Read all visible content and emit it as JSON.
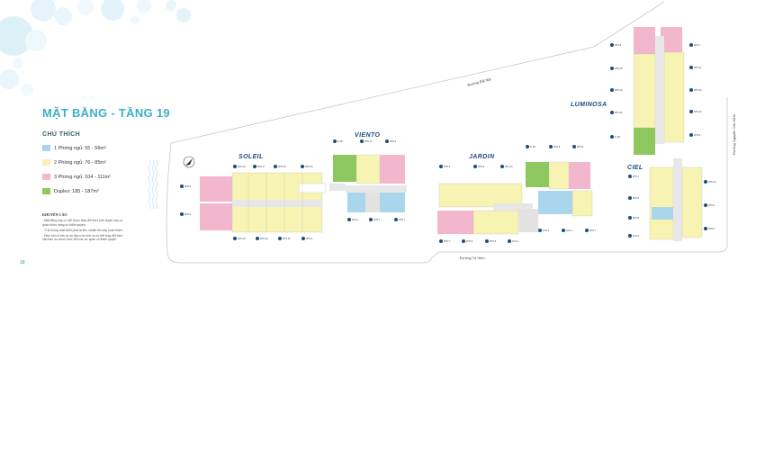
{
  "page": {
    "title": "MẶT BẰNG - TẦNG 19",
    "page_number": "18"
  },
  "legend": {
    "title": "CHÚ THÍCH",
    "items": [
      {
        "label": "1 Phòng ngủ: 55 - 56m²",
        "color": "#a9d6ec"
      },
      {
        "label": "2 Phòng ngủ: 76 - 85m²",
        "color": "#f6f3b3"
      },
      {
        "label": "3 Phòng ngủ: 104 - 111m²",
        "color": "#f2b6cd"
      },
      {
        "label": "Duplex: 185 - 187m²",
        "color": "#8dc85e"
      }
    ]
  },
  "warning": {
    "title": "KHUYẾN CÁO",
    "items": [
      "- Mặt bằng này có thể được thay đổi theo phê duyệt của cơ quan chức năng có thẩm quyền.",
      "- Tỉ lệ thông nhất thiết phải là tiêu chuẩn lên xây hoàn thiện.",
      "- Diện tích ở trên là dự đạc ước tính và có thể thay đổi theo văn bản do chính thức bởi các cơ quan có thẩm quyền."
    ]
  },
  "buildings": {
    "soleil": "SOLEIL",
    "viento": "VIENTO",
    "jardin": "JARDIN",
    "luminosa": "LUMINOSA",
    "ciel": "CIEL"
  },
  "roads": {
    "bai_nai": "Đường Bãi Nái",
    "ta_hien": "Đường Tạ Hiện",
    "nguyen_van_kinh": "Đường Nguyễn Văn Kỉnh"
  },
  "unit_labels": {
    "soleil_top": [
      "2PN-18",
      "2PN-17",
      "2PN-18",
      "2PN-16"
    ],
    "soleil_bottom": [
      "2PN-18",
      "2PN-18",
      "2PN-18",
      "2PN-9"
    ],
    "soleil_left": [
      "3PN-5",
      "3PN-6"
    ],
    "viento_top": [
      "D-1B",
      "2PN-13",
      "3PN-4"
    ],
    "viento_bottom": [
      "1PN-1",
      "1PN-1",
      "3PN-7"
    ],
    "jardin_top": [
      "2PN-9",
      "2PN-8",
      "2PN-10"
    ],
    "jardin_mid": [
      "D-1B",
      "2PN-8",
      "2PN-9"
    ],
    "jardin_bottom": [
      "3PN-7",
      "2PN-8",
      "2PN-8",
      "1PN-1"
    ],
    "jardin_right_bottom": [
      "1PN-4",
      "1PN-1",
      "2PN-7"
    ],
    "luminosa": [
      "3PN-8",
      "2PN-19",
      "2PN-19",
      "2PN-20",
      "D-1B"
    ],
    "luminosa_right": [
      "2PN-7",
      "2PN-21",
      "2PN-19",
      "2PN-22",
      "2PN-6"
    ],
    "ciel_left": [
      "2PN-7",
      "2PN-6",
      "2PN-5",
      "1PN-5"
    ],
    "ciel_right": [
      "2PN-12",
      "2PN-5",
      "2PN-6"
    ]
  }
}
